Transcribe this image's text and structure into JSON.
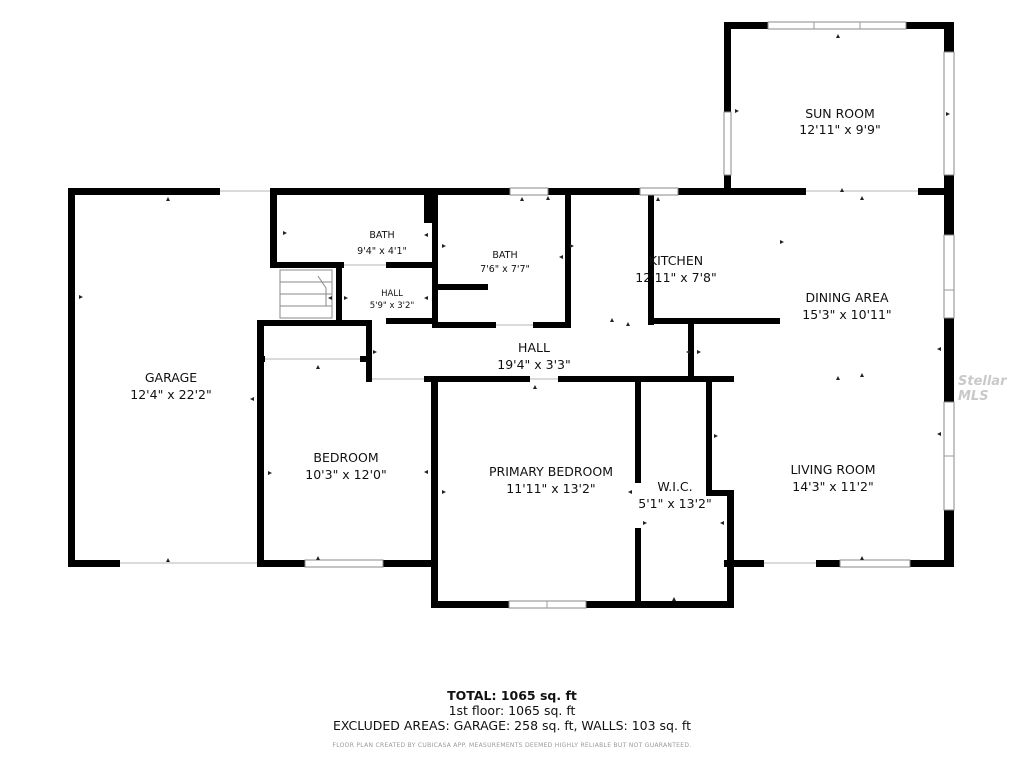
{
  "rooms": {
    "sun_room": {
      "name": "SUN ROOM",
      "dims": "12'11\" x 9'9\""
    },
    "garage": {
      "name": "GARAGE",
      "dims": "12'4\" x 22'2\""
    },
    "bath1": {
      "name": "BATH",
      "dims": "9'4\" x 4'1\""
    },
    "hall_small": {
      "name": "HALL",
      "dims": "5'9\" x 3'2\""
    },
    "bath2": {
      "name": "BATH",
      "dims": "7'6\" x 7'7\""
    },
    "kitchen": {
      "name": "KITCHEN",
      "dims": "12'11\" x 7'8\""
    },
    "dining": {
      "name": "DINING AREA",
      "dims": "15'3\" x 10'11\""
    },
    "hall": {
      "name": "HALL",
      "dims": "19'4\" x 3'3\""
    },
    "bedroom": {
      "name": "BEDROOM",
      "dims": "10'3\" x 12'0\""
    },
    "primary": {
      "name": "PRIMARY BEDROOM",
      "dims": "11'11\" x 13'2\""
    },
    "wic": {
      "name": "W.I.C.",
      "dims": "5'1\" x 13'2\""
    },
    "living": {
      "name": "LIVING ROOM",
      "dims": "14'3\" x 11'2\""
    }
  },
  "footer": {
    "total": "TOTAL: 1065 sq. ft",
    "floor": "1st floor: 1065 sq. ft",
    "excluded": "EXCLUDED AREAS: GARAGE: 258 sq. ft, WALLS: 103 sq. ft",
    "disclaimer": "FLOOR PLAN CREATED BY CUBICASA APP. MEASUREMENTS DEEMED HIGHLY RELIABLE BUT NOT GUARANTEED."
  },
  "watermark": "Stellar MLS",
  "colors": {
    "wall": "#000000",
    "background": "#ffffff",
    "window": "#8a8a8a"
  }
}
